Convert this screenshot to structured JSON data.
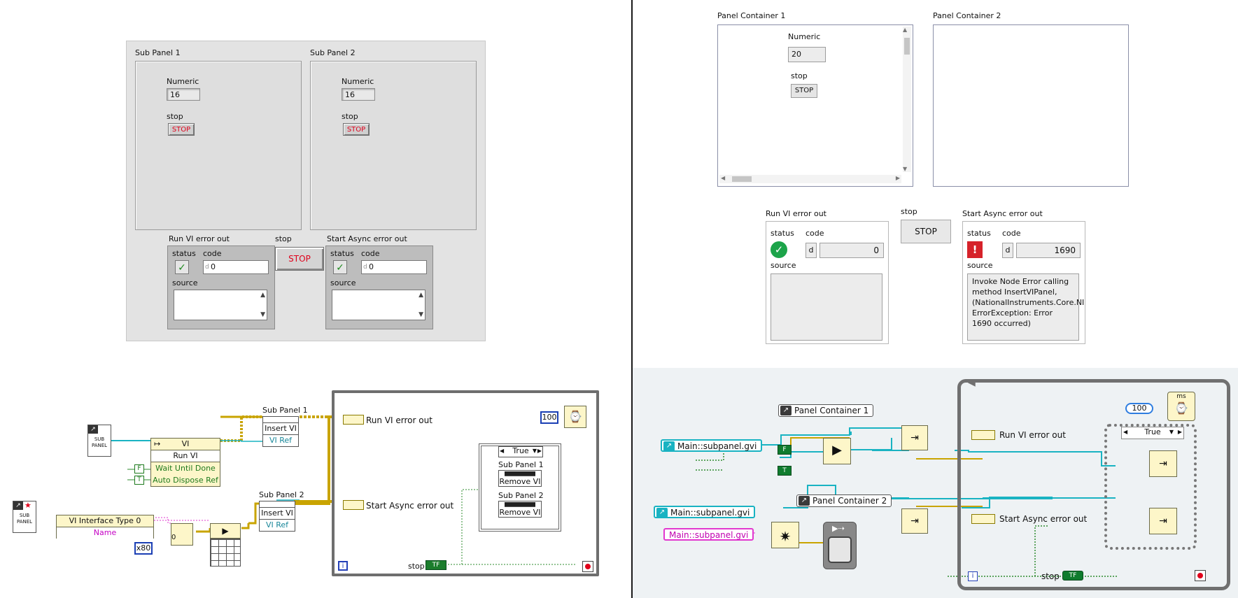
{
  "classic_front_panel": {
    "sub_panel_1": {
      "label": "Sub Panel 1",
      "numeric_label": "Numeric",
      "numeric_value": "16",
      "stop_label": "stop",
      "stop_button": "STOP"
    },
    "sub_panel_2": {
      "label": "Sub Panel 2",
      "numeric_label": "Numeric",
      "numeric_value": "16",
      "stop_label": "stop",
      "stop_button": "STOP"
    },
    "run_vi_error": {
      "label": "Run VI error out",
      "status_label": "status",
      "code_label": "code",
      "code_value": "0",
      "code_prefix": "d",
      "source_label": "source"
    },
    "stop": {
      "label": "stop",
      "button": "STOP"
    },
    "start_async_error": {
      "label": "Start Async error out",
      "status_label": "status",
      "code_label": "code",
      "code_value": "0",
      "code_prefix": "d",
      "source_label": "source"
    }
  },
  "nxg_front_panel": {
    "panel_container_1": {
      "label": "Panel Container 1",
      "numeric_label": "Numeric",
      "numeric_value": "20",
      "stop_label": "stop",
      "stop_button": "STOP"
    },
    "panel_container_2": {
      "label": "Panel Container 2"
    },
    "run_vi_error": {
      "label": "Run VI error out",
      "status_label": "status",
      "code_label": "code",
      "code_prefix": "d",
      "code_value": "0",
      "source_label": "source",
      "source_text": ""
    },
    "stop": {
      "label": "stop",
      "button": "STOP"
    },
    "start_async_error": {
      "label": "Start Async error out",
      "status_label": "status",
      "code_label": "code",
      "code_prefix": "d",
      "code_value": "1690",
      "source_label": "source",
      "source_text": "Invoke Node Error calling method InsertVIPanel, (NationalInstruments.Core.NI ErrorException: Error 1690 occurred)"
    }
  },
  "classic_block_diagram": {
    "sub_panel_icon_1": "SUB\nPANEL",
    "sub_panel_icon_2": "SUB\nPANEL",
    "vi_property": {
      "header": "VI",
      "item": "Run VI",
      "opt1": "Wait Until Done",
      "opt2": "Auto Dispose Ref"
    },
    "bool_f": "F",
    "bool_t": "T",
    "interface_node": {
      "header": "VI Interface Type 0",
      "item": "Name"
    },
    "const_x80": "x80",
    "const_0": "0",
    "sub_panel_1_node": {
      "header": "Sub Panel 1",
      "method": "Insert VI",
      "param": "VI Ref"
    },
    "sub_panel_2_node": {
      "header": "Sub Panel 2",
      "method": "Insert VI",
      "param": "VI Ref"
    },
    "run_vi_error_ind": "Run VI error out",
    "start_async_error_ind": "Start Async error out",
    "wait_const": "100",
    "case_selector": "True",
    "remove_1": {
      "header": "Sub Panel 1",
      "method": "Remove VI"
    },
    "remove_2": {
      "header": "Sub Panel 2",
      "method": "Remove VI"
    },
    "stop_label": "stop",
    "stop_terminal": "TF",
    "iteration": "i"
  },
  "nxg_block_diagram": {
    "panel_container_1_ref": "Panel Container 1",
    "panel_container_2_ref": "Panel Container 2",
    "subpanel_ref_1": "Main::subpanel.gvi",
    "subpanel_ref_2": "Main::subpanel.gvi",
    "subpanel_ref_3": "Main::subpanel.gvi",
    "bool_f": "F",
    "bool_t": "T",
    "run_vi_error_ind": "Run VI error out",
    "start_async_error_ind": "Start Async error out",
    "wait_const": "100",
    "wait_unit": "ms",
    "case_selector": "True",
    "stop_label": "stop",
    "stop_terminal": "TF",
    "iteration": "i"
  },
  "colors": {
    "wire_error": "#c9a400",
    "wire_cyan": "#19b3c2",
    "wire_green": "#2e8b2e",
    "wire_ref": "#2b7a2b",
    "stop_red": "#e0001b",
    "nxg_bool": "#0f7c2e"
  }
}
